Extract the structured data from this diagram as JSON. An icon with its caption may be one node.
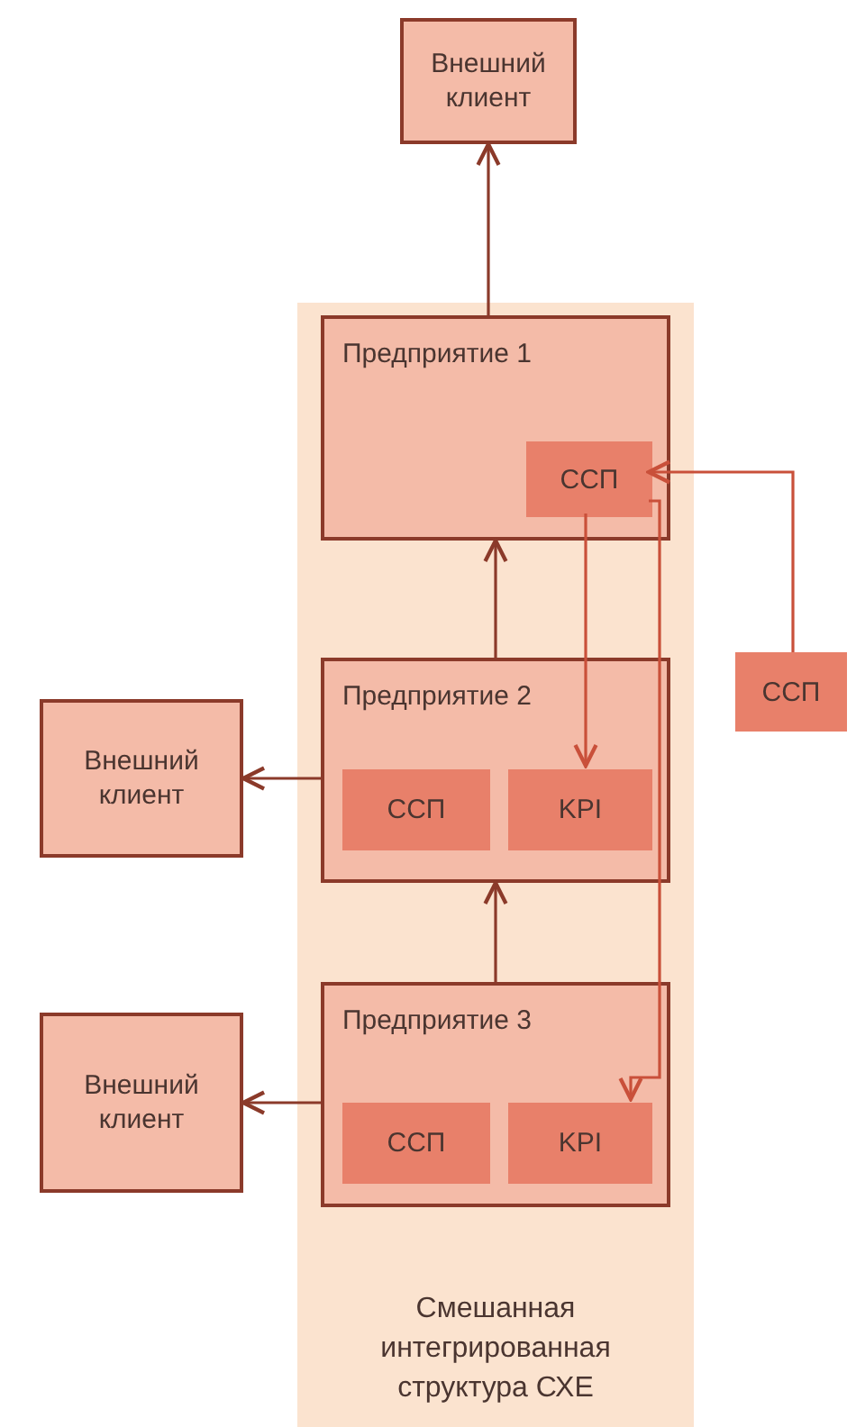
{
  "diagram": {
    "nodes": [
      {
        "text": [
          "Смешанная интегрированная структура СХЕ"
        ]
      },
      {
        "text": [
          "Внешний клиент"
        ]
      },
      {
        "text": [
          "Предприятие 1"
        ],
        "in": 0
      },
      {
        "text": [
          "ССП"
        ],
        "in": 2
      },
      {
        "text": [
          "ССП"
        ]
      },
      {
        "text": [
          "Внешний клиент"
        ]
      },
      {
        "text": [
          "Предприятие 2"
        ],
        "in": 0
      },
      {
        "text": [
          "ССП"
        ],
        "in": 6
      },
      {
        "text": [
          "KPI"
        ],
        "in": 6
      },
      {
        "text": [
          "Внешний клиент"
        ]
      },
      {
        "text": [
          "Предприятие 3"
        ],
        "in": 0
      },
      {
        "text": [
          "ССП"
        ],
        "in": 10
      },
      {
        "text": [
          "KPI"
        ],
        "in": 10
      }
    ],
    "edges": [
      {
        "from": 2,
        "to": 1,
        "arrow": "to"
      },
      {
        "from": 4,
        "to": 3,
        "arrow": "to",
        "color": "#c9503a"
      },
      {
        "from": 6,
        "to": 2,
        "arrow": "to"
      },
      {
        "from": 6,
        "to": 5,
        "arrow": "to"
      },
      {
        "from": 3,
        "to": 8,
        "arrow": "to",
        "color": "#c9503a"
      },
      {
        "from": 10,
        "to": 6,
        "arrow": "to"
      },
      {
        "from": 10,
        "to": 9,
        "arrow": "to"
      },
      {
        "from": 3,
        "to": 12,
        "arrow": "to",
        "color": "#c9503a"
      }
    ]
  }
}
